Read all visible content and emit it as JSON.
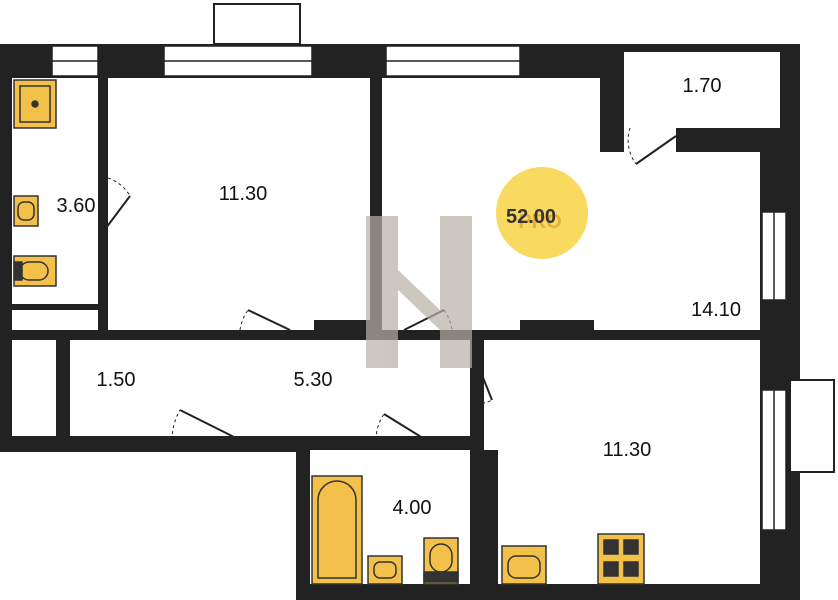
{
  "plan": {
    "total_area": "52.00",
    "badge_text": "PRO",
    "rooms": [
      {
        "id": "bathroom-small",
        "label": "3.60"
      },
      {
        "id": "bedroom-left",
        "label": "11.30"
      },
      {
        "id": "living-room",
        "label": "14.10"
      },
      {
        "id": "balcony",
        "label": "1.70"
      },
      {
        "id": "closet",
        "label": "1.50"
      },
      {
        "id": "hallway",
        "label": "5.30"
      },
      {
        "id": "bathroom-large",
        "label": "4.00"
      },
      {
        "id": "kitchen",
        "label": "11.30"
      }
    ]
  },
  "colors": {
    "wall": "#222222",
    "fixture": "#f3c04a",
    "fixture_stroke": "#333333",
    "badge": "#f7d445",
    "watermark": "#b8b0a8",
    "window": "#ffffff"
  },
  "icons": [
    "sink-icon",
    "toilet-icon",
    "bathtub-icon",
    "stove-icon",
    "watermark-logo"
  ]
}
